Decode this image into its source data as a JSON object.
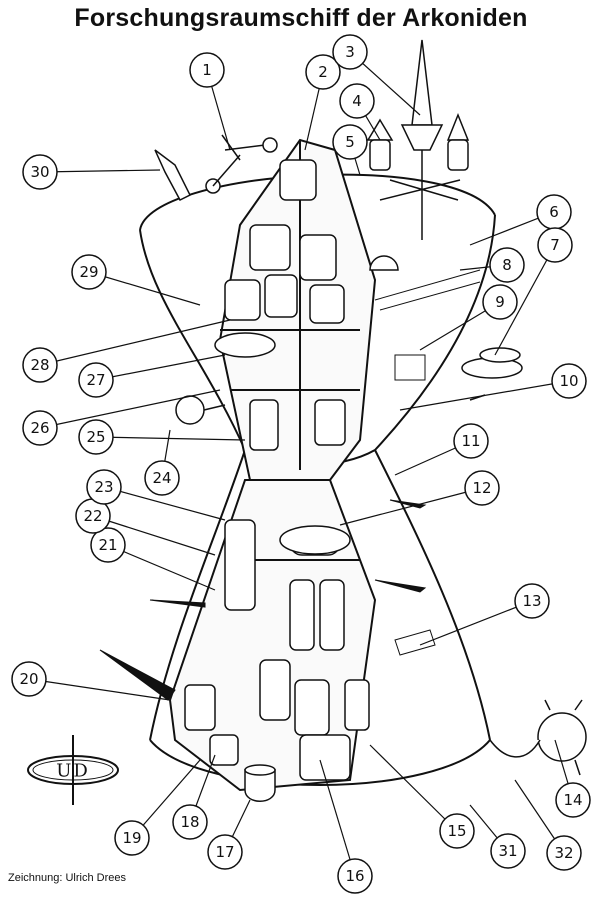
{
  "title": "Forschungsraumschiff der Arkoniden",
  "credit": "Zeichnung: Ulrich Drees",
  "logo_text": "UD",
  "callouts": [
    {
      "label": "1"
    },
    {
      "label": "2"
    },
    {
      "label": "3"
    },
    {
      "label": "4"
    },
    {
      "label": "5"
    },
    {
      "label": "6"
    },
    {
      "label": "7"
    },
    {
      "label": "8"
    },
    {
      "label": "9"
    },
    {
      "label": "10"
    },
    {
      "label": "11"
    },
    {
      "label": "12"
    },
    {
      "label": "13"
    },
    {
      "label": "14"
    },
    {
      "label": "15"
    },
    {
      "label": "16"
    },
    {
      "label": "17"
    },
    {
      "label": "18"
    },
    {
      "label": "19"
    },
    {
      "label": "20"
    },
    {
      "label": "21"
    },
    {
      "label": "22"
    },
    {
      "label": "23"
    },
    {
      "label": "24"
    },
    {
      "label": "25"
    },
    {
      "label": "26"
    },
    {
      "label": "27"
    },
    {
      "label": "28"
    },
    {
      "label": "29"
    },
    {
      "label": "30"
    },
    {
      "label": "31"
    },
    {
      "label": "32"
    }
  ]
}
